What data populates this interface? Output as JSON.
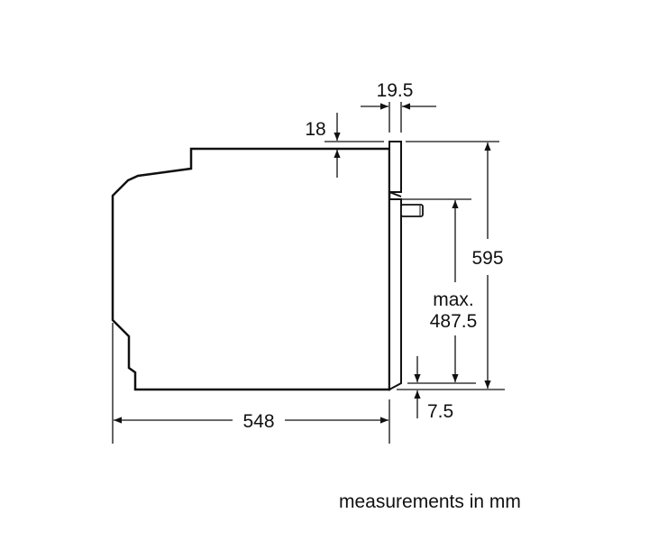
{
  "dimensions": {
    "door_thickness": "19.5",
    "top_offset": "18",
    "height": "595",
    "max_label": "max.",
    "max_height": "487.5",
    "bottom_offset": "7.5",
    "depth": "548"
  },
  "caption": "measurements in mm",
  "colors": {
    "line": "#111111",
    "background": "#ffffff"
  }
}
